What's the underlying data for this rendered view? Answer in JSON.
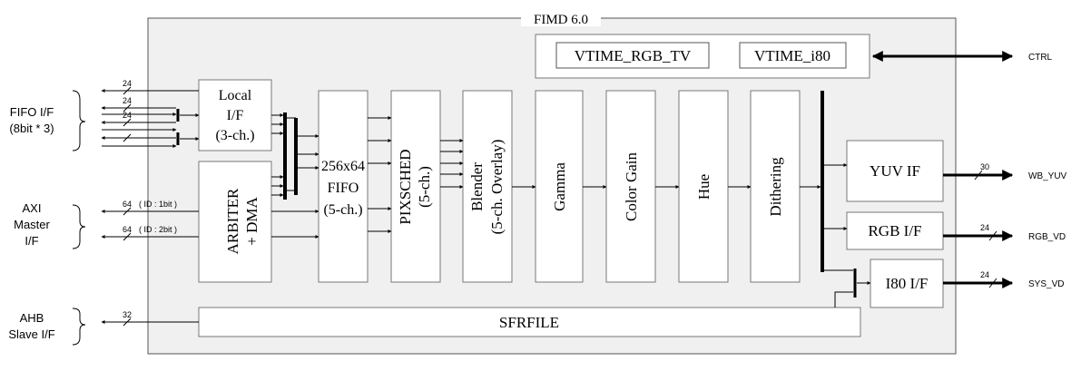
{
  "diagram": {
    "title": "FIMD 6.0",
    "groups": {
      "fifo_if": [
        "FIFO I/F",
        "(8bit * 3)"
      ],
      "axi_master": [
        "AXI",
        "Master",
        "I/F"
      ],
      "ahb_slave": [
        "AHB",
        "Slave I/F"
      ]
    },
    "blocks": {
      "local_if": [
        "Local",
        "I/F",
        "(3-ch.)"
      ],
      "arbiter": [
        "ARBITER",
        "+ DMA"
      ],
      "fifo": [
        "256x64",
        "FIFO",
        "(5-ch.)"
      ],
      "pixsched": [
        "PIXSCHED",
        "(5-ch.)"
      ],
      "blender": [
        "Blender",
        "(5-ch. Overlay)"
      ],
      "gamma": "Gamma",
      "color_gain": "Color Gain",
      "hue": "Hue",
      "dithering": "Dithering",
      "vtime_rgb_tv": "VTIME_RGB_TV",
      "vtime_i80": "VTIME_i80",
      "yuv_if": "YUV IF",
      "rgb_if": "RGB I/F",
      "i80_if": "I80 I/F",
      "sfrfile": "SFRFILE"
    },
    "signals": {
      "ctrl": "CTRL",
      "wb_yuv": "WB_YUV",
      "rgb_vd": "RGB_VD",
      "sys_vd": "SYS_VD"
    },
    "bus_widths": {
      "fifo_1": "24",
      "fifo_2": "24",
      "fifo_3": "24",
      "axi_1": "64",
      "axi_2": "64",
      "ahb": "32",
      "wb_yuv": "30",
      "rgb_vd": "24",
      "sys_vd": "24"
    },
    "annotations": {
      "axi_id_1": "( ID : 1bit )",
      "axi_id_2": "( ID : 2bit )"
    }
  }
}
